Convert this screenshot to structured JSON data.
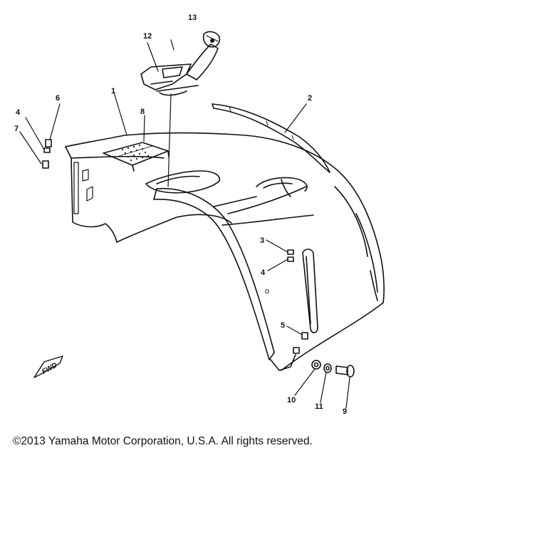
{
  "diagram": {
    "labels": {
      "p1": "1",
      "p2": "2",
      "p3": "3",
      "p4a": "4",
      "p4b": "4",
      "p5": "5",
      "p6": "6",
      "p7": "7",
      "p8": "8",
      "p9": "9",
      "p10": "10",
      "p11": "11",
      "p12": "12",
      "p13": "13",
      "o_mark": "o"
    },
    "fwd_label": "FWD"
  },
  "footer": {
    "copyright": "©2013 Yamaha Motor Corporation, U.S.A. All rights reserved."
  },
  "colors": {
    "ink": "#111111",
    "paper": "#ffffff"
  }
}
